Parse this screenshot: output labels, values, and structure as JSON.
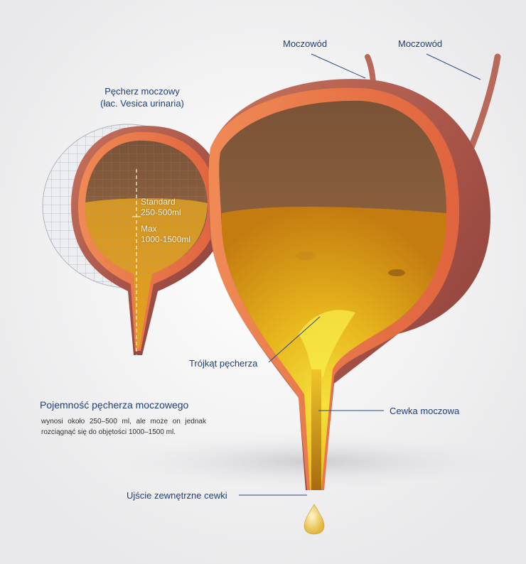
{
  "labels": {
    "ureter_left": "Moczowód",
    "ureter_right": "Moczowód",
    "bladder_title_line1": "Pęcherz moczowy",
    "bladder_title_line2": "(łac. Vesica urinaria)",
    "standard_line1": "Standard",
    "standard_line2": "250-500ml",
    "max_line1": "Max",
    "max_line2": "1000-1500ml",
    "trigone": "Trójkąt pęcherza",
    "urethra": "Cewka moczowa",
    "urethra_orifice": "Ujście zewnętrzne cewki"
  },
  "description": {
    "title": "Pojemność pęcherza moczowego",
    "body": "wynosi około 250–500 ml, ale może on jednak rozciągnąć się do objętości 1000–1500 ml."
  },
  "colors": {
    "label_blue": "#1f3f78",
    "leader_line": "#2a4a80",
    "wall_outer": "#a9564a",
    "wall_tissue": "#e87a4e",
    "urine": "#e0a21a",
    "urine_light": "#f2d23a",
    "background": "#f4f4f5"
  }
}
